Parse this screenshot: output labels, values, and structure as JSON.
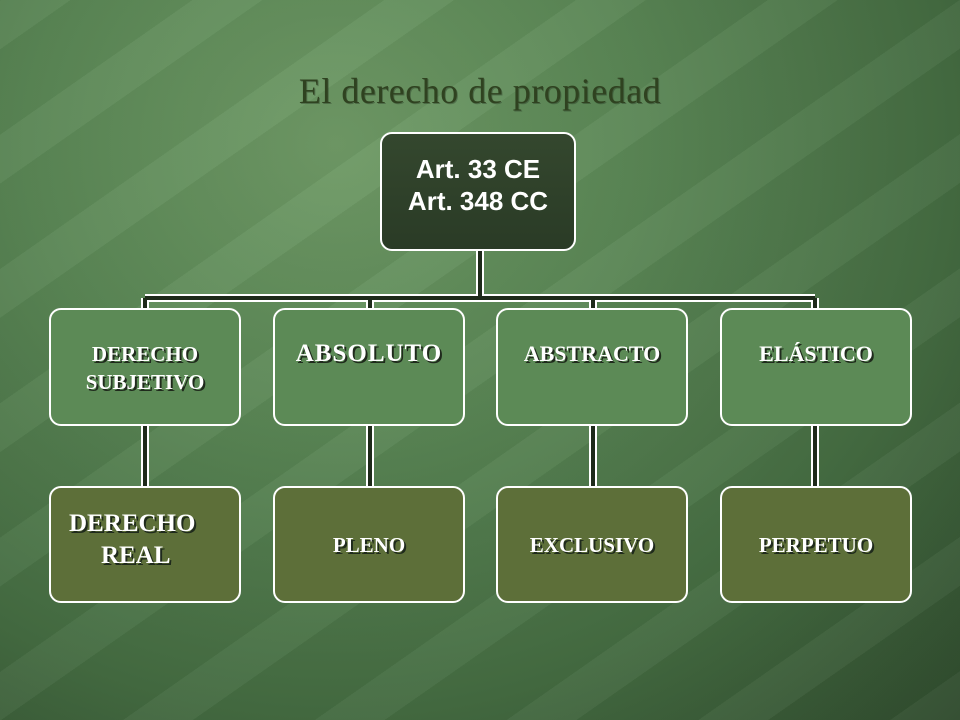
{
  "title": "El derecho de propiedad",
  "root": {
    "line1": "Art. 33 CE",
    "line2": "Art. 348 CC"
  },
  "level1": [
    {
      "line1": "DERECHO",
      "line2": "SUBJETIVO"
    },
    {
      "label": "ABSOLUTO"
    },
    {
      "label": "ABSTRACTO"
    },
    {
      "label": "ELÁSTICO"
    }
  ],
  "level2": [
    {
      "line1": "DERECHO",
      "line2": "REAL"
    },
    {
      "label": "PLENO"
    },
    {
      "label": "EXCLUSIVO"
    },
    {
      "label": "PERPETUO"
    }
  ],
  "colors": {
    "root_fill": "#2f4229",
    "level1_fill": "#5c8a56",
    "level2_fill": "#5d6f39",
    "title_text": "#2f4220",
    "connector": "#ffffff"
  }
}
